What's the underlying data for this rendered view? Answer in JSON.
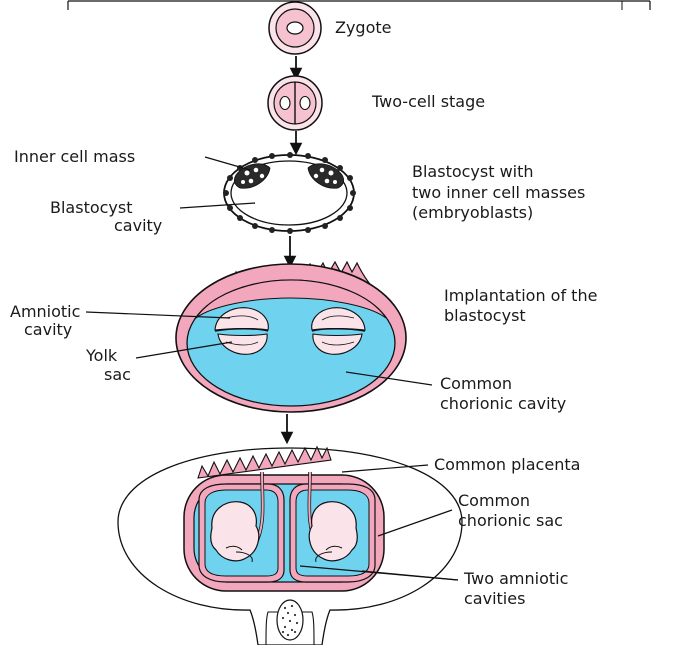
{
  "labels": {
    "zygote": "Zygote",
    "two_cell": "Two-cell stage",
    "inner_cell_mass": "Inner cell mass",
    "blastocyst_cavity_1": "Blastocyst",
    "blastocyst_cavity_2": "cavity",
    "blastocyst_two_icm_1": "Blastocyst with",
    "blastocyst_two_icm_2": "two inner cell masses",
    "blastocyst_two_icm_3": "(embryoblasts)",
    "amniotic_cavity_1": "Amniotic",
    "amniotic_cavity_2": "cavity",
    "yolk_sac_1": "Yolk",
    "yolk_sac_2": "sac",
    "implantation_1": "Implantation of the",
    "implantation_2": "blastocyst",
    "common_chorionic_cavity_1": "Common",
    "common_chorionic_cavity_2": "chorionic cavity",
    "common_placenta": "Common placenta",
    "common_chorionic_sac_1": "Common",
    "common_chorionic_sac_2": "chorionic sac",
    "two_amniotic_cavities_1": "Two amniotic",
    "two_amniotic_cavities_2": "cavities"
  },
  "colors": {
    "pink": "#f2a7bd",
    "pink_light": "#f9d3dd",
    "blue": "#6fd3f0",
    "outline": "#111111"
  }
}
